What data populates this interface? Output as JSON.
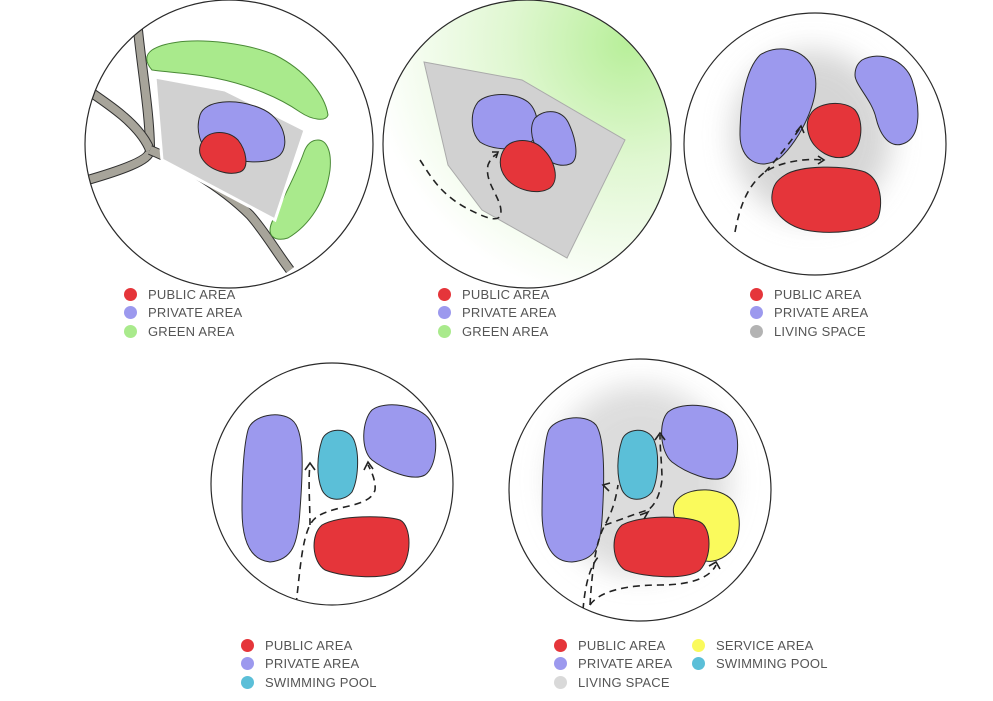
{
  "colors": {
    "public": "#e5353a",
    "private": "#9c99ee",
    "green": "#a9ea8c",
    "living": "#d1d1d1",
    "service": "#fafa5c",
    "pool": "#5bbfd8",
    "road": "#a7a49a",
    "outline": "#2a2a2a"
  },
  "diagrams": [
    {
      "legend": [
        {
          "label": "PUBLIC AREA",
          "color": "#e5353a"
        },
        {
          "label": "PRIVATE AREA",
          "color": "#9c99ee"
        },
        {
          "label": "GREEN AREA",
          "color": "#a9ea8c"
        }
      ]
    },
    {
      "legend": [
        {
          "label": "PUBLIC AREA",
          "color": "#e5353a"
        },
        {
          "label": "PRIVATE AREA",
          "color": "#9c99ee"
        },
        {
          "label": "GREEN AREA",
          "color": "#a9ea8c"
        }
      ]
    },
    {
      "legend": [
        {
          "label": "PUBLIC AREA",
          "color": "#e5353a"
        },
        {
          "label": "PRIVATE AREA",
          "color": "#9c99ee"
        },
        {
          "label": "LIVING SPACE",
          "color": "#b3b3b3"
        }
      ]
    },
    {
      "legend": [
        {
          "label": "PUBLIC AREA",
          "color": "#e5353a"
        },
        {
          "label": "PRIVATE AREA",
          "color": "#9c99ee"
        },
        {
          "label": "SWIMMING POOL",
          "color": "#5bbfd8"
        }
      ]
    },
    {
      "legend": [
        {
          "label": "PUBLIC AREA",
          "color": "#e5353a"
        },
        {
          "label": "PRIVATE AREA",
          "color": "#9c99ee"
        },
        {
          "label": "LIVING SPACE",
          "color": "#d9d9d9"
        }
      ],
      "legend_extra": [
        {
          "label": "SERVICE AREA",
          "color": "#fafa5c"
        },
        {
          "label": "SWIMMING POOL",
          "color": "#5bbfd8"
        }
      ]
    }
  ]
}
